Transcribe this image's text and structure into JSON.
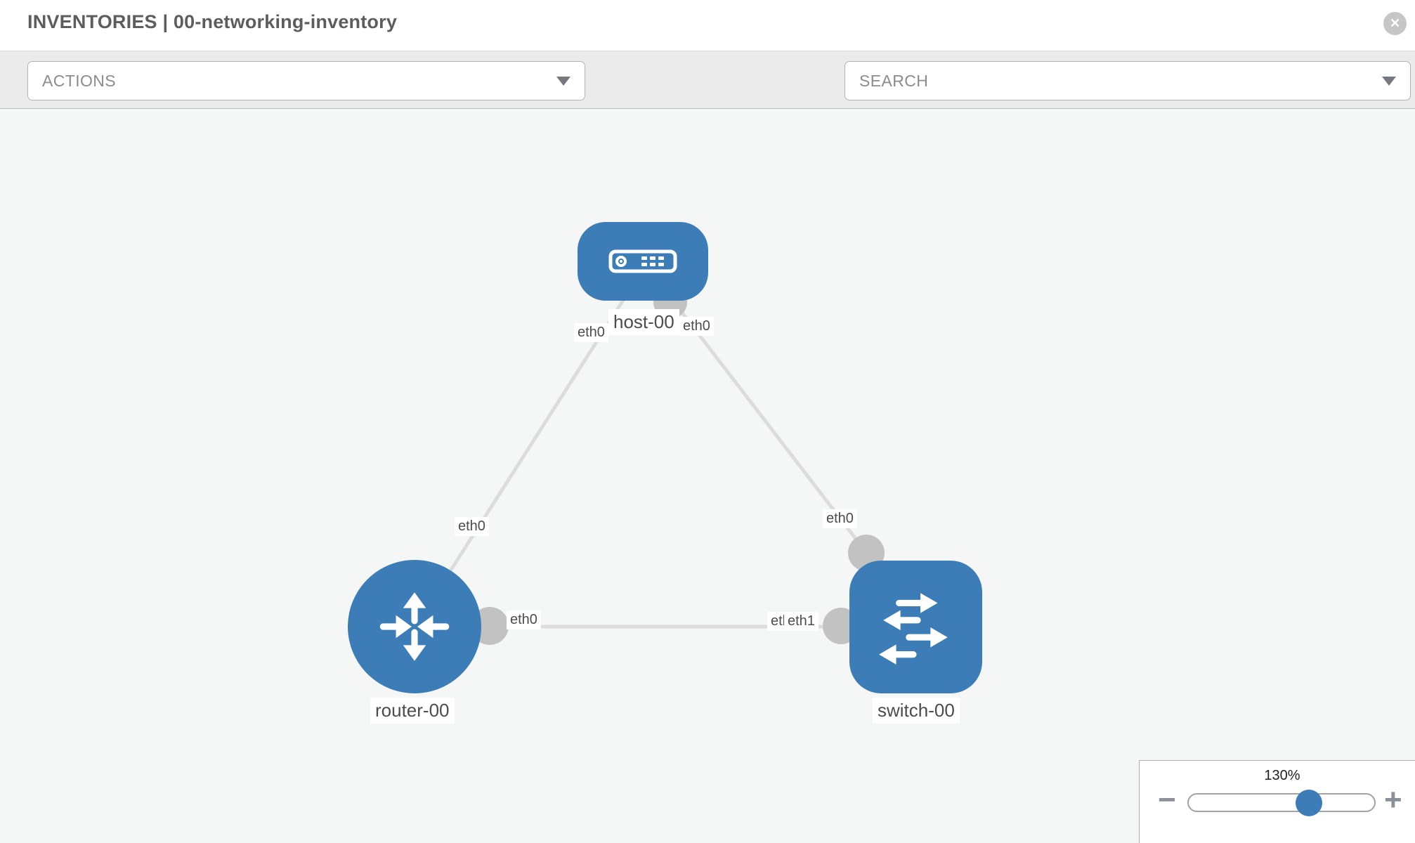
{
  "header": {
    "title": "INVENTORIES | 00-networking-inventory",
    "close_glyph": "✕"
  },
  "toolbar": {
    "actions_label": "ACTIONS",
    "search_label": "SEARCH",
    "wrench_icon": "wrench-icon",
    "key_icon": "key-icon"
  },
  "graph": {
    "nodes": {
      "host": {
        "label": "host-00",
        "type": "host"
      },
      "router": {
        "label": "router-00",
        "type": "router"
      },
      "switch": {
        "label": "switch-00",
        "type": "switch"
      }
    },
    "ifaces": {
      "host_left": "eth0",
      "host_right": "eth0",
      "router_top": "eth0",
      "router_right": "eth0",
      "switch_top": "eth0",
      "switch_left_under": "eth0",
      "switch_left_over": "eth1"
    }
  },
  "zoom_control": {
    "level": "130%",
    "minus_glyph": "−",
    "plus_glyph": "+"
  },
  "colors": {
    "node_blue": "#3d7db7",
    "link_gray": "#dcdcdc",
    "connector_gray": "#c2c2c2",
    "toolbar_gray": "#ebebeb",
    "canvas_gray": "#f5f6f6"
  }
}
